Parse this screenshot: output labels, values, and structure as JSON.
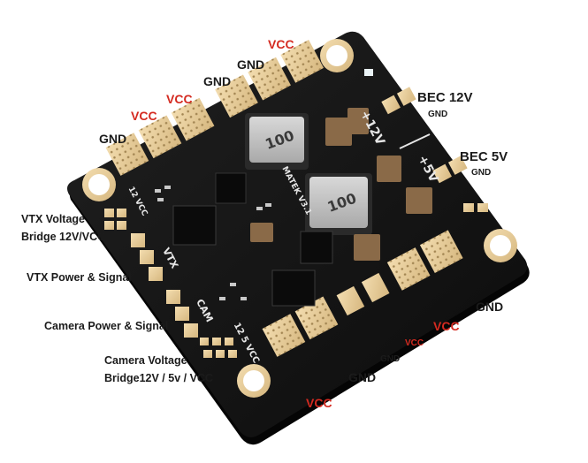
{
  "labels": {
    "vcc_top": "VCC",
    "gnd_top": "GND",
    "gnd_top2": "GND",
    "vcc_top2": "VCC",
    "vcc_left": "VCC",
    "gnd_left": "GND",
    "bec12_title": "BEC 12V",
    "bec12_gnd": "GND",
    "bec5_title": "BEC 5V",
    "bec5_gnd": "GND",
    "vtx_voltage_line1": "VTX Voltage",
    "vtx_voltage_line2": "Bridge 12V/VCC",
    "vtx_power": "VTX Power & Signal",
    "camera_power": "Camera Power & Signal",
    "camera_voltage_line1": "Camera Voltage",
    "camera_voltage_line2": "Bridge12V / 5v / VCC",
    "gnd_right": "GND",
    "vcc_right": "VCC",
    "vcc_right_small": "VCC",
    "gnd_bottom_small": "GND",
    "gnd_bottom": "GND",
    "vcc_bottom": "VCC"
  },
  "silkscreen": {
    "plus_12v": "+12V",
    "plus_5v": "+5V",
    "vtx": "VTX",
    "cam": "CAM",
    "v12": "12 VCC",
    "cam_volt": "12  5  VCC",
    "inductor_1": "100",
    "inductor_2": "100",
    "ic_text": "MATEK V3.1"
  },
  "colors": {
    "board": "#141414",
    "pad": "#e9cf9e",
    "pad_hole": "#9a7f52",
    "mount_ring": "#d9c08e",
    "label_dark": "#1b1b1b",
    "label_red": "#d42a20"
  }
}
